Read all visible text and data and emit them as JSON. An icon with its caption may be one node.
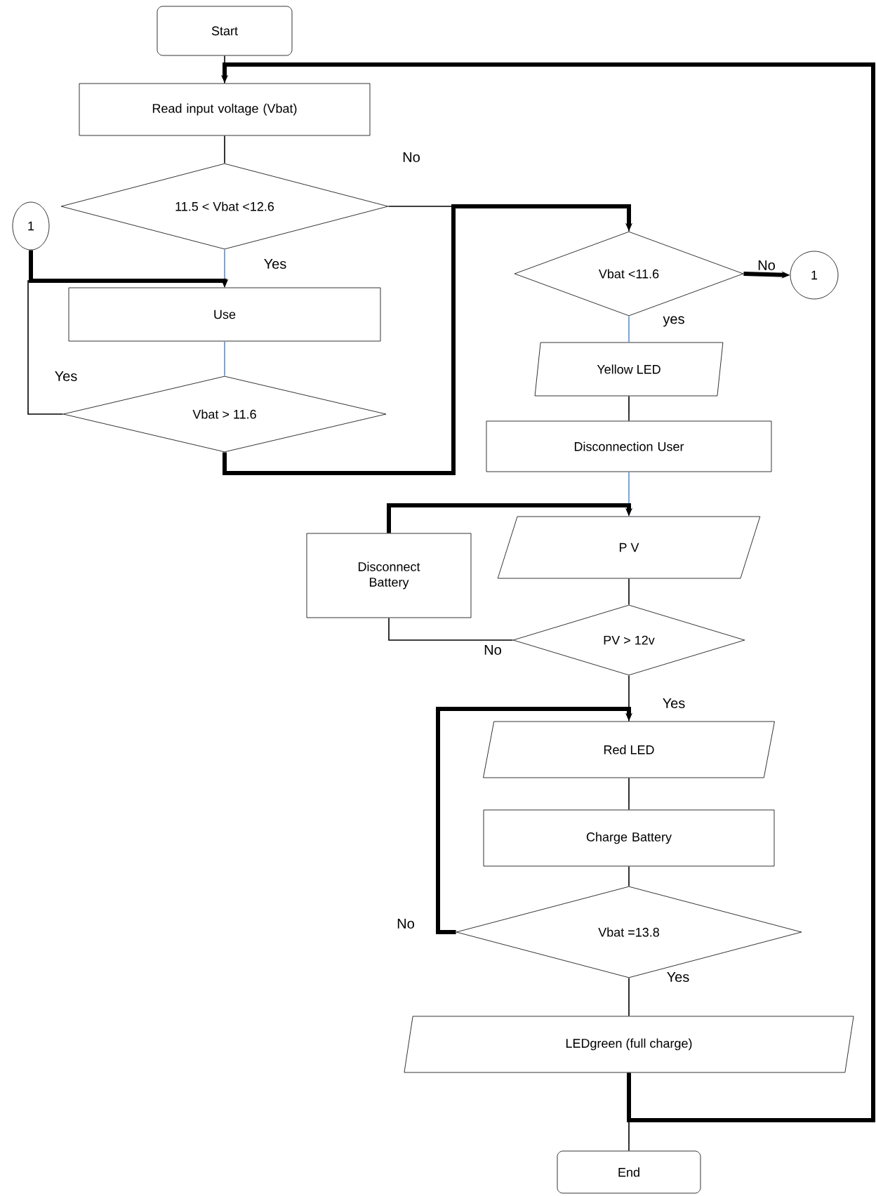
{
  "diagram": {
    "nodes": [
      {
        "text": [
          "Start"
        ]
      },
      {
        "text": [
          "Read input voltage (Vbat)"
        ]
      },
      {
        "text": [
          "11.5 < Vbat <12.6"
        ]
      },
      {
        "text": [
          "1"
        ]
      },
      {
        "text": [
          "Use"
        ]
      },
      {
        "text": [
          "Vbat > 11.6"
        ]
      },
      {
        "text": [
          "Vbat <11.6"
        ]
      },
      {
        "text": [
          "1"
        ]
      },
      {
        "text": [
          "Yellow LED"
        ]
      },
      {
        "text": [
          "Disconnection User"
        ]
      },
      {
        "text": [
          "Disconnect Battery"
        ]
      },
      {
        "text": [
          "P V"
        ]
      },
      {
        "text": [
          "PV > 12v"
        ]
      },
      {
        "text": [
          "Red LED"
        ]
      },
      {
        "text": [
          "Charge Battery"
        ]
      },
      {
        "text": [
          "Vbat =13.8"
        ]
      },
      {
        "text": [
          "LEDgreen (full charge)"
        ]
      },
      {
        "text": [
          "End"
        ]
      }
    ],
    "edges": [
      {
        "from": 0,
        "to": 1,
        "arrow": "none"
      },
      {
        "from": 1,
        "to": 2,
        "arrow": "none"
      },
      {
        "from": 2,
        "to": 4,
        "arrow": "none",
        "label": "Yes",
        "color": "#5b8fd0"
      },
      {
        "from": 3,
        "to": 4,
        "arrow": "to",
        "style": "thick"
      },
      {
        "from": 4,
        "to": 5,
        "arrow": "none",
        "color": "#5b8fd0"
      },
      {
        "from": 5,
        "to": 4,
        "arrow": "to",
        "label": "Yes"
      },
      {
        "from": 2,
        "to": 6,
        "arrow": "none",
        "label": "No"
      },
      {
        "from": 5,
        "to": 6,
        "arrow": "to",
        "style": "thick"
      },
      {
        "from": 6,
        "to": 7,
        "arrow": "to",
        "label": "No",
        "style": "thick"
      },
      {
        "from": 6,
        "to": 8,
        "arrow": "none",
        "label": "yes",
        "color": "#5b8fd0"
      },
      {
        "from": 8,
        "to": 9,
        "arrow": "none"
      },
      {
        "from": 9,
        "to": 11,
        "arrow": "none",
        "color": "#5b8fd0"
      },
      {
        "from": 10,
        "to": 11,
        "arrow": "to",
        "style": "thick"
      },
      {
        "from": 11,
        "to": 12,
        "arrow": "none"
      },
      {
        "from": 12,
        "to": 10,
        "arrow": "none",
        "label": "No"
      },
      {
        "from": 12,
        "to": 13,
        "arrow": "none",
        "label": "Yes"
      },
      {
        "from": 15,
        "to": 13,
        "arrow": "to",
        "label": "No",
        "style": "thick"
      },
      {
        "from": 13,
        "to": 14,
        "arrow": "none"
      },
      {
        "from": 14,
        "to": 15,
        "arrow": "none"
      },
      {
        "from": 15,
        "to": 16,
        "arrow": "none",
        "label": "Yes"
      },
      {
        "from": 16,
        "to": 17,
        "arrow": "none"
      },
      {
        "from": 16,
        "to": 1,
        "arrow": "to",
        "style": "thick"
      }
    ]
  }
}
